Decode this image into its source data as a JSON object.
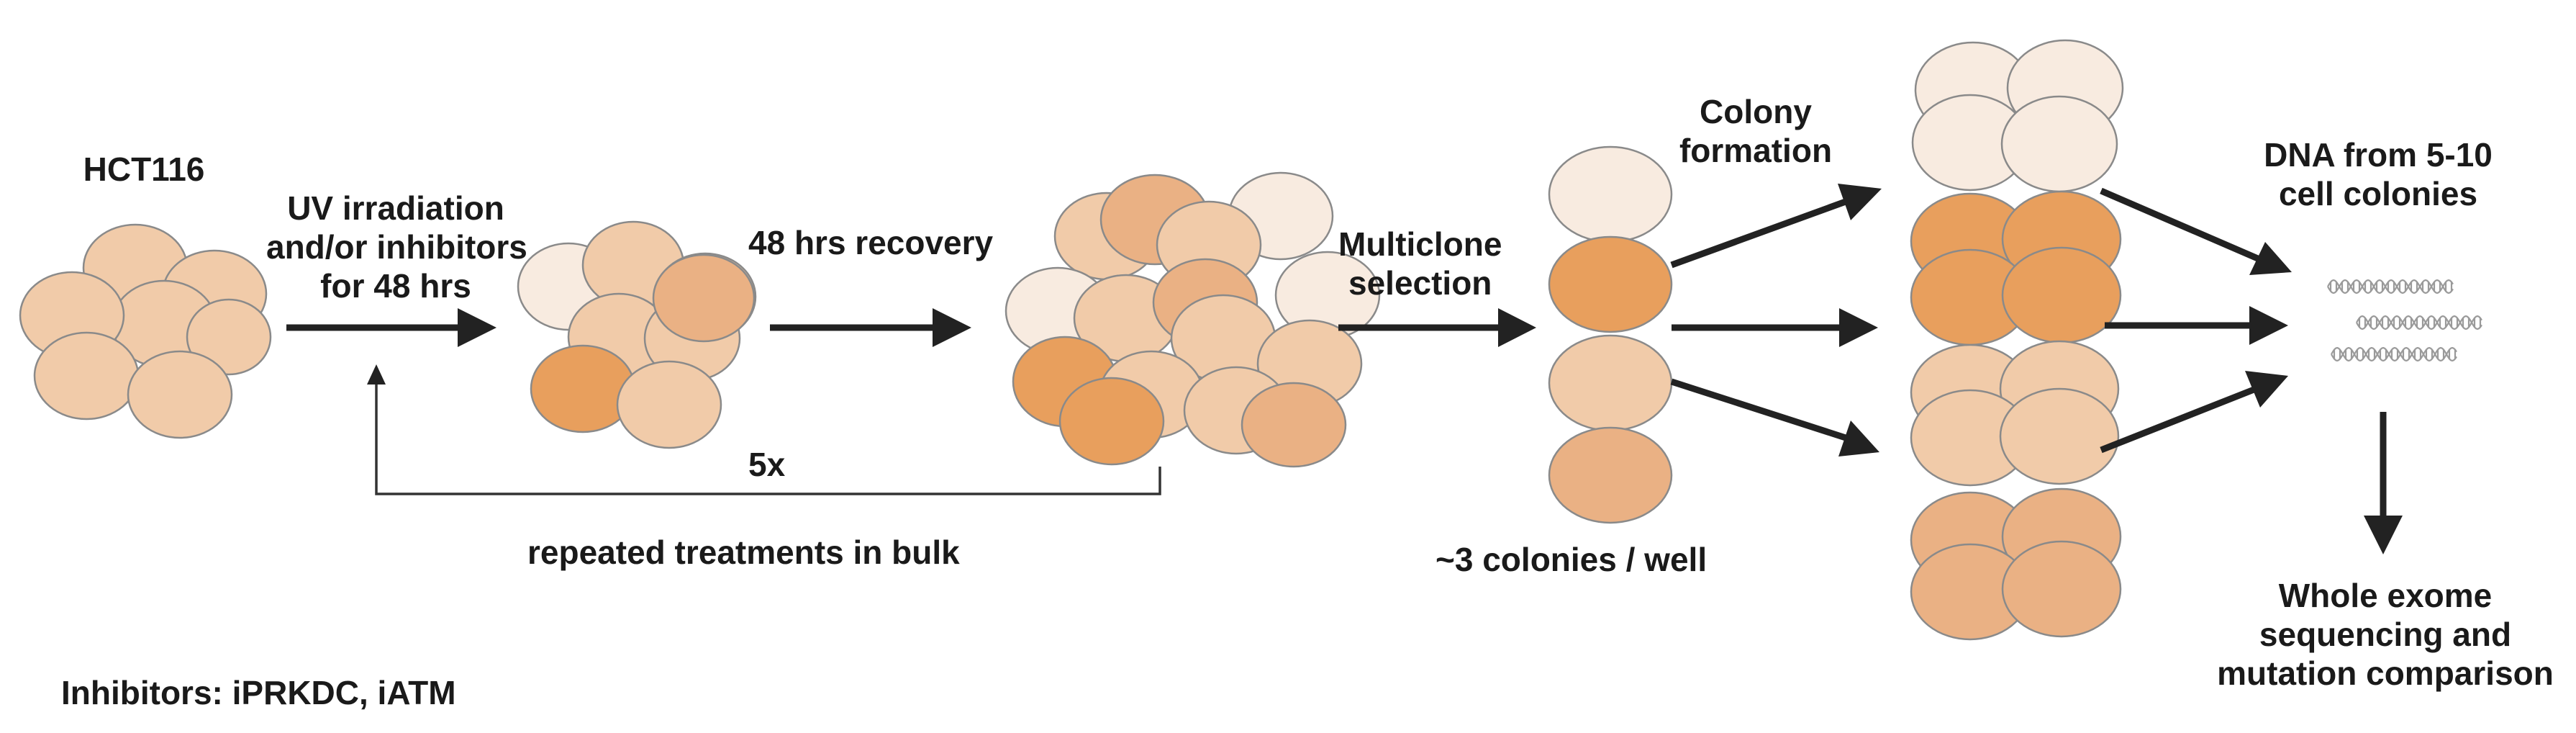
{
  "labels": {
    "hct116": "HCT116",
    "treatment": [
      "UV irradiation",
      "and/or inhibitors",
      "for 48 hrs"
    ],
    "recovery": "48 hrs recovery",
    "repeat_count": "5x",
    "repeat_note": "repeated treatments in bulk",
    "multiclone": [
      "Multiclone",
      "selection"
    ],
    "colonies_per_well": "~3 colonies / well",
    "colony_formation": [
      "Colony",
      "formation"
    ],
    "dna": [
      "DNA from 5-10",
      "cell colonies"
    ],
    "sequencing": [
      "Whole exome",
      "sequencing and",
      "mutation comparison"
    ],
    "inhibitors": "Inhibitors: iPRKDC, iATM"
  },
  "colors": {
    "very_light": "#f8ebe0",
    "light": "#f1cba9",
    "medium": "#eab184",
    "dark": "#e89f5d",
    "arrow": "#222222"
  }
}
